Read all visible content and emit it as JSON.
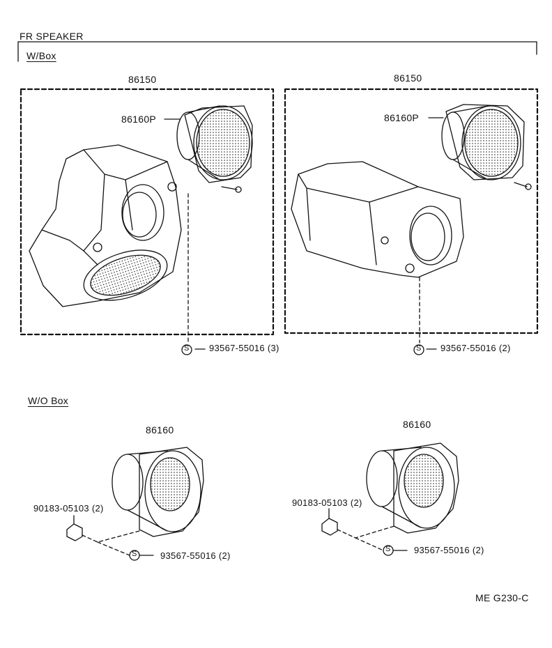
{
  "header": {
    "title": "FR SPEAKER",
    "wbox": "W/Box",
    "wobox": "W/O Box"
  },
  "callouts": {
    "box_left": "86150",
    "box_right": "86150",
    "spk_left": "86160P",
    "spk_right": "86160P",
    "screw_left": "93567-55016 (3)",
    "screw_right": "93567-55016 (2)",
    "wo_spk_left": "86160",
    "wo_spk_right": "86160",
    "nut_left": "90183-05103 (2)",
    "nut_right": "90183-05103 (2)",
    "wo_screw_left": "93567-55016 (2)",
    "wo_screw_right": "93567-55016 (2)",
    "screw_symbol": "S"
  },
  "footer": {
    "code": "ME G230-C"
  }
}
